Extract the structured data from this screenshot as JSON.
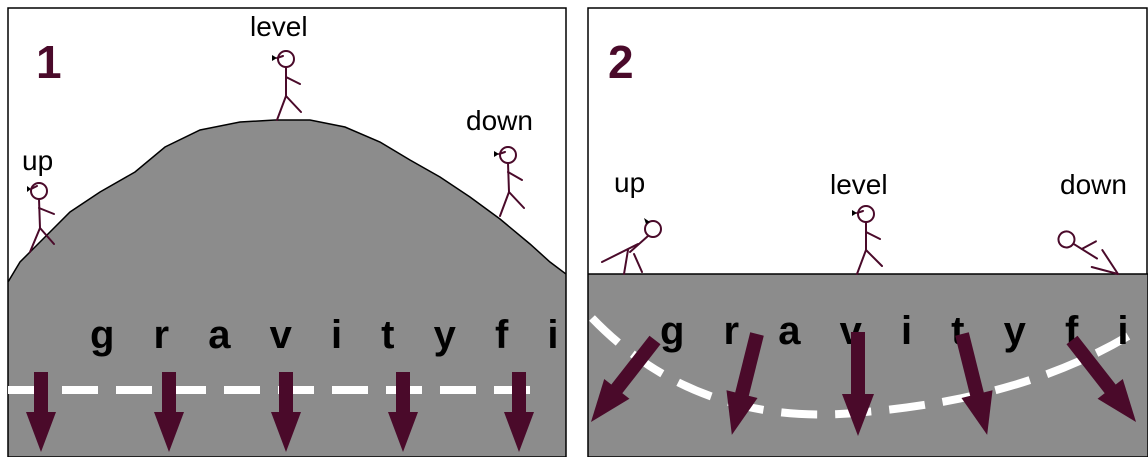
{
  "panels": [
    {
      "number": "1",
      "field_label": "g r a v i t y   f i e l d",
      "walkers": [
        {
          "label": "up"
        },
        {
          "label": "level"
        },
        {
          "label": "down"
        }
      ]
    },
    {
      "number": "2",
      "field_label": "g r a v i t y   f i e l d",
      "walkers": [
        {
          "label": "up"
        },
        {
          "label": "level"
        },
        {
          "label": "down"
        }
      ]
    }
  ],
  "colors": {
    "ground": "#8c8c8c",
    "arrow": "#4a0a2a",
    "dashed_line": "#ffffff",
    "border": "#000000"
  },
  "icons": {
    "arrow": "gravity-arrow-icon",
    "walker": "stick-figure-icon"
  }
}
